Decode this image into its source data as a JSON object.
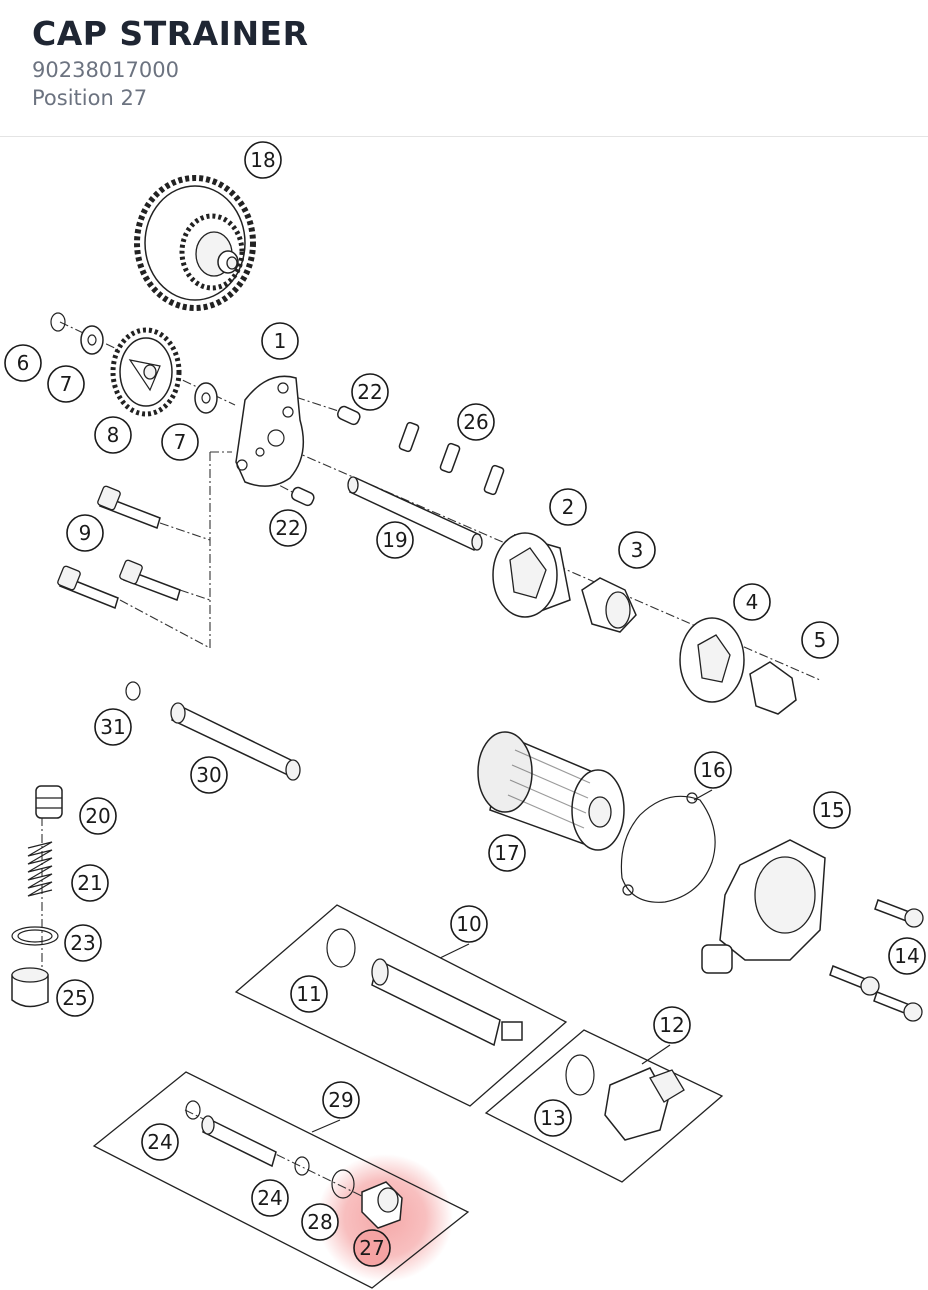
{
  "header": {
    "title": "CAP STRAINER",
    "part_number": "90238017000",
    "position_label": "Position 27"
  },
  "diagram": {
    "highlight_color": "#f28b8b",
    "highlighted_position": "27",
    "callouts": [
      "18",
      "1",
      "6",
      "7",
      "8",
      "7",
      "22",
      "26",
      "22",
      "19",
      "2",
      "3",
      "9",
      "4",
      "5",
      "31",
      "30",
      "16",
      "15",
      "20",
      "17",
      "21",
      "14",
      "23",
      "10",
      "11",
      "25",
      "12",
      "29",
      "13",
      "24",
      "24",
      "28",
      "27"
    ]
  }
}
